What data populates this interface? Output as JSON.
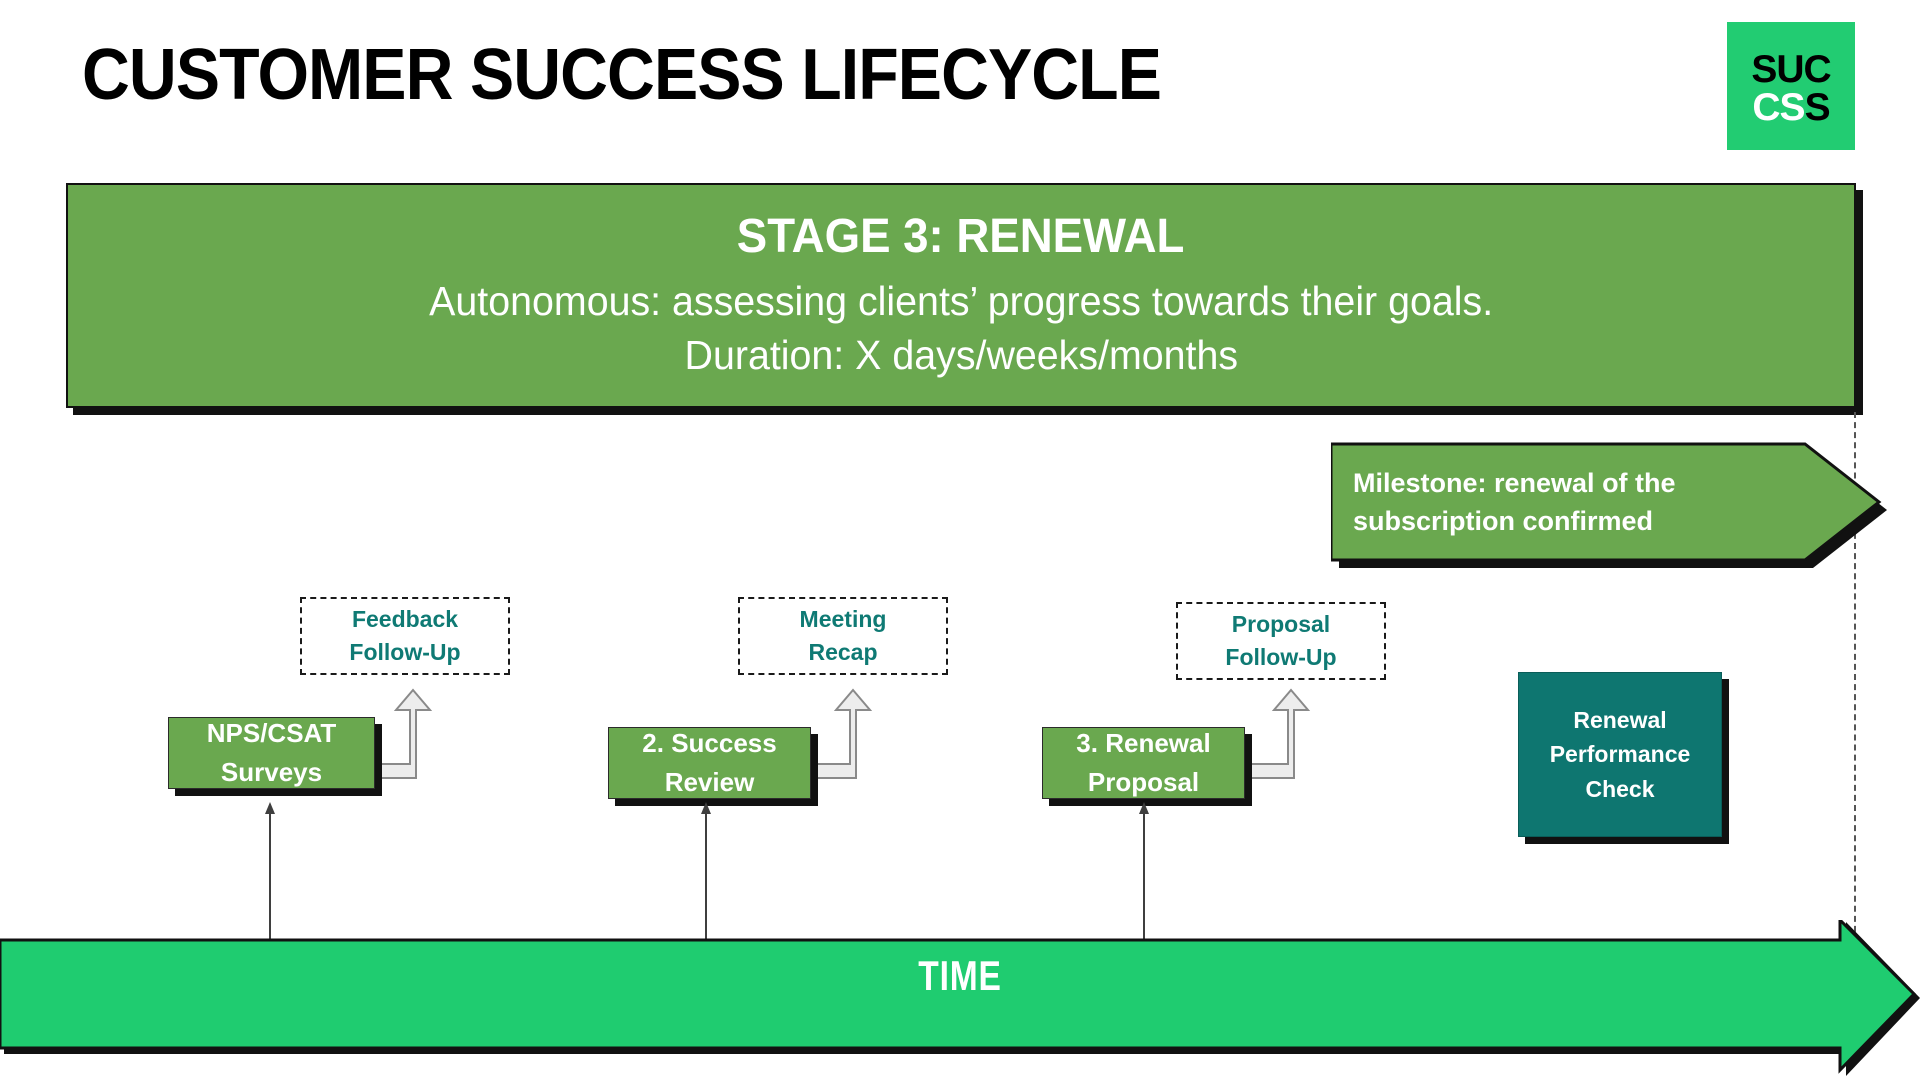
{
  "slide": {
    "title": "CUSTOMER SUCCESS LIFECYCLE",
    "background_color": "#ffffff"
  },
  "logo": {
    "name": "success-logo",
    "background_color": "#22cc72",
    "top_text": "SUC",
    "bottom_text_white": "CS",
    "bottom_text_black": "S"
  },
  "stage_banner": {
    "title": "STAGE 3: RENEWAL",
    "description": "Autonomous: assessing clients’ progress towards their goals.",
    "duration": "Duration: X days/weeks/months",
    "fill_color": "#6aa84f",
    "text_color": "#ffffff"
  },
  "milestone": {
    "line1": "Milestone: renewal of the",
    "line2": "subscription confirmed",
    "fill_color": "#6aa84f",
    "text_color": "#ffffff"
  },
  "steps": [
    {
      "id": "step-1",
      "box_line1": "NPS/CSAT",
      "box_line2": "Surveys",
      "sub_line1": "Feedback",
      "sub_line2": "Follow-Up"
    },
    {
      "id": "step-2",
      "box_line1": "2. Success",
      "box_line2": "Review",
      "sub_line1": "Meeting",
      "sub_line2": "Recap"
    },
    {
      "id": "step-3",
      "box_line1": "3. Renewal",
      "box_line2": "Proposal",
      "sub_line1": "Proposal",
      "sub_line2": "Follow-Up"
    }
  ],
  "outcome_box": {
    "line1": "Renewal",
    "line2": "Performance",
    "line3": "Check",
    "fill_color": "#0e7670",
    "text_color": "#ffffff"
  },
  "timeline": {
    "label": "TIME",
    "fill_color": "#1fcc70",
    "text_color": "#ffffff",
    "direction": "left-to-right"
  },
  "colors": {
    "stage_green": "#6aa84f",
    "time_green": "#1fcc70",
    "logo_green": "#22cc72",
    "teal": "#0e7670",
    "sub_text_teal": "#0f7a74",
    "outline_black": "#111111",
    "connector_gray": "#e8e8e8",
    "connector_gray_stroke": "#8a8a8a"
  }
}
